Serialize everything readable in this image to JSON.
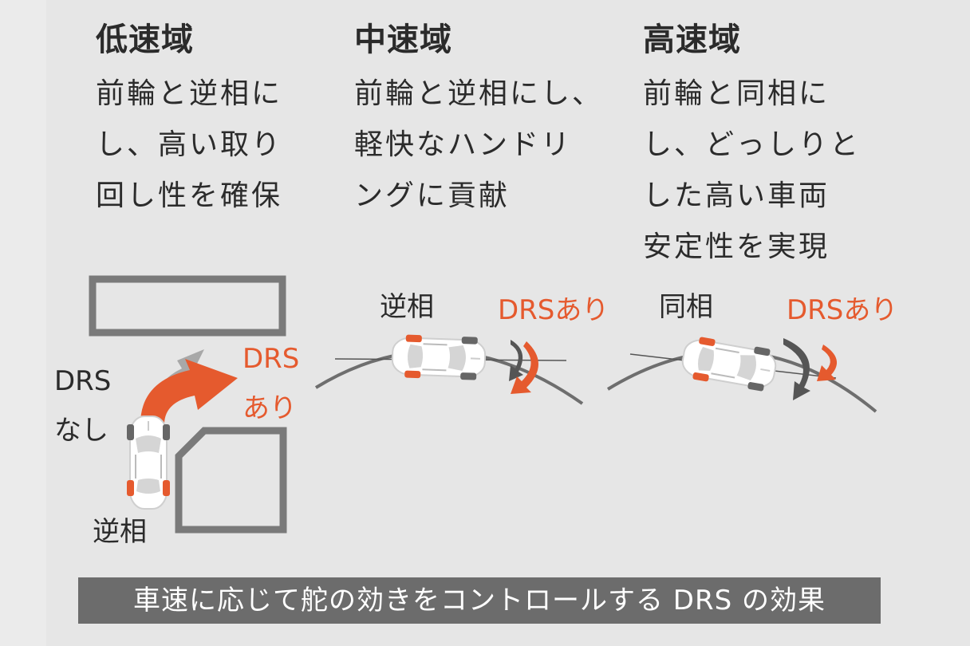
{
  "columns": [
    {
      "title": "低速域",
      "lines": [
        "前輪と逆相に",
        "し、高い取り",
        "回し性を確保"
      ]
    },
    {
      "title": "中速域",
      "lines": [
        "前輪と逆相にし、",
        "軽快なハンドリ",
        "ングに貢献"
      ]
    },
    {
      "title": "高速域",
      "lines": [
        "前輪と同相に",
        "し、どっしりと",
        "した高い車両",
        "安定性を実現"
      ]
    }
  ],
  "low": {
    "no_drs": [
      "DRS",
      "なし"
    ],
    "with_drs": [
      "DRS",
      "あり"
    ],
    "phase": "逆相"
  },
  "mid": {
    "phase": "逆相",
    "drs": "DRSあり"
  },
  "high": {
    "phase": "同相",
    "drs": "DRSあり"
  },
  "caption": "車速に応じて舵の効きをコントロールする DRS の効果",
  "colors": {
    "accent": "#e55a2e",
    "arrow_gray": "#a8a8a8",
    "block": "#7a7a7a",
    "caption_bg": "#6c6c6c"
  }
}
